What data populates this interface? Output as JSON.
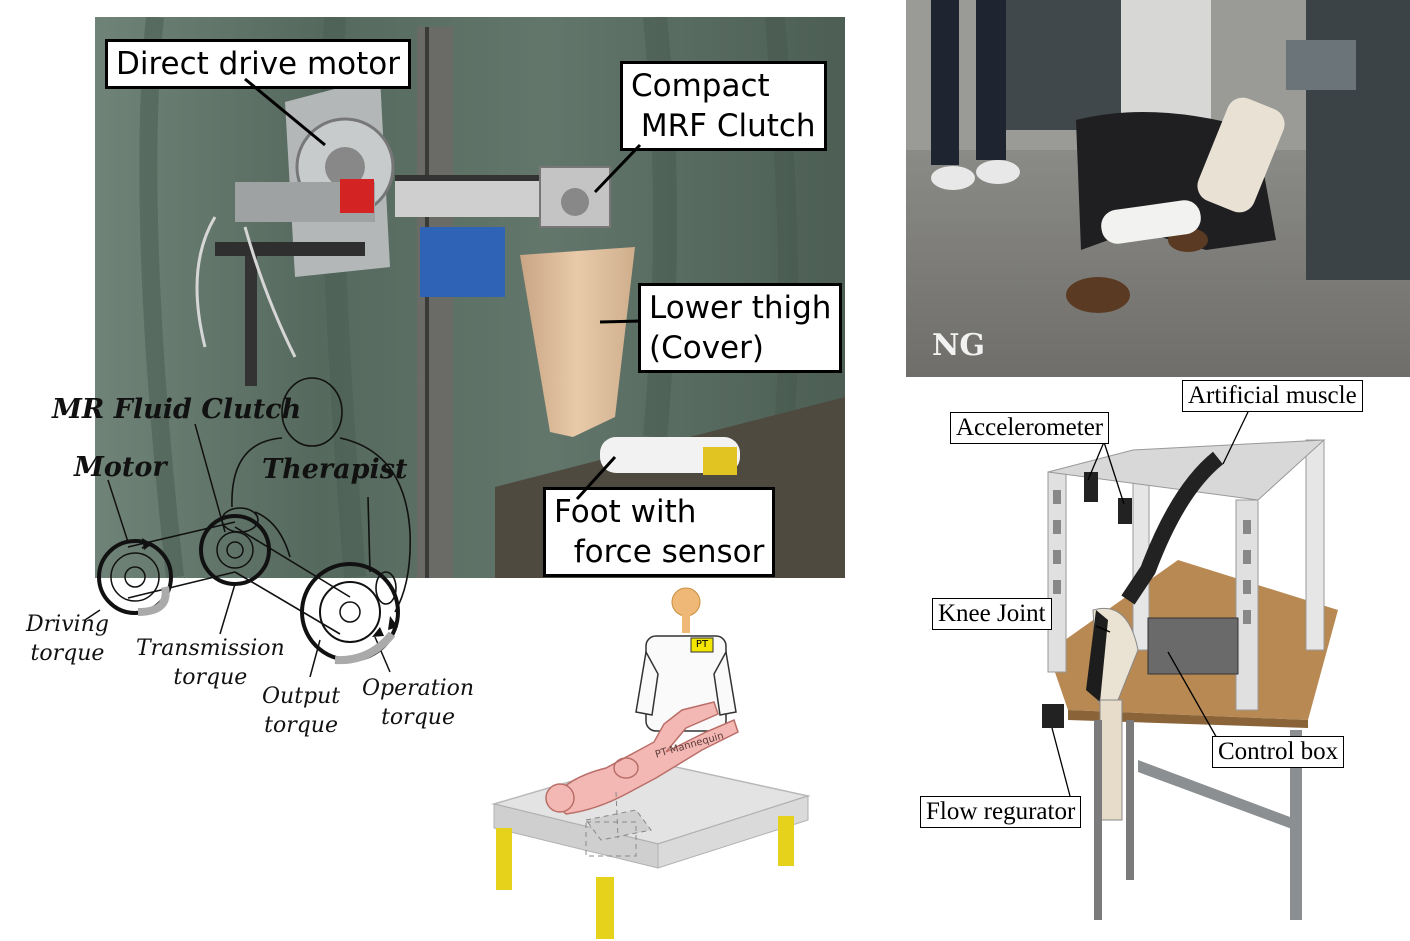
{
  "photo1": {
    "labels": {
      "direct_drive_motor": "Direct drive motor",
      "compact_mrf_clutch": "Compact\n MRF Clutch",
      "lower_thigh": "Lower thigh\n(Cover)",
      "foot_force_sensor": "Foot with\n  force sensor"
    }
  },
  "photo2": {
    "overlay": "NG"
  },
  "sketch": {
    "mr_fluid_clutch": "MR Fluid Clutch",
    "motor": "Motor",
    "therapist": "Therapist",
    "driving_torque": "Driving\ntorque",
    "transmission_torque": "Transmission\ntorque",
    "output_torque": "Output\ntorque",
    "operation_torque": "Operation\ntorque"
  },
  "mannequin": {
    "badge": "PT",
    "mannequin_label": "PT Mannequin"
  },
  "rig": {
    "artificial_muscle": "Artificial muscle",
    "accelerometer": "Accelerometer",
    "knee_joint": "Knee Joint",
    "control_box": "Control box",
    "flow_regurator": "Flow regurator"
  },
  "colors": {
    "curtain": "#5b6e63",
    "cover_skin": "#e2c3a3",
    "mannequin_pink": "#f4b8b4",
    "pt_head": "#f0b877",
    "badge_yellow": "#f3e600",
    "table_leg": "#e6d21a",
    "rig_wood": "#b98953"
  }
}
